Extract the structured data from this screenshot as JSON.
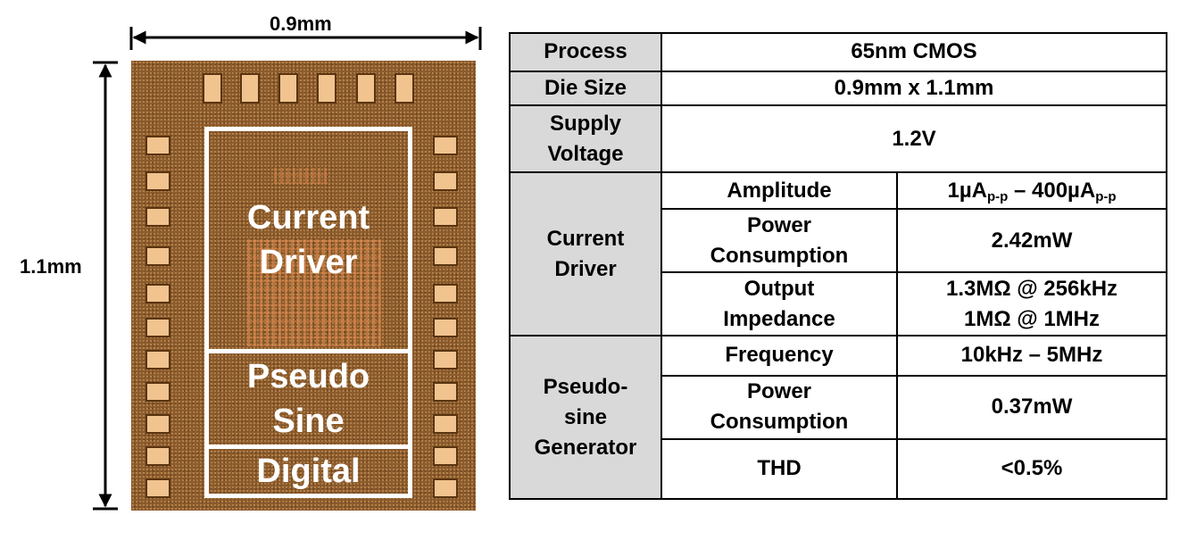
{
  "die": {
    "width_label": "0.9mm",
    "height_label": "1.1mm",
    "blocks": {
      "current_driver": [
        "Current",
        "Driver"
      ],
      "pseudo_sine": [
        "Pseudo",
        "Sine"
      ],
      "digital": "Digital"
    }
  },
  "table": {
    "process": {
      "label": "Process",
      "value": "65nm CMOS"
    },
    "die_size": {
      "label": "Die Size",
      "value": "0.9mm x 1.1mm"
    },
    "supply_voltage": {
      "label": [
        "Supply",
        "Voltage"
      ],
      "value": "1.2V"
    },
    "current_driver": {
      "label": [
        "Current",
        "Driver"
      ],
      "amplitude": {
        "label": "Amplitude",
        "value_start": "1µA",
        "value_start_sub": "p-p",
        "value_sep": " – 400µA",
        "value_end_sub": "p-p"
      },
      "power": {
        "label": [
          "Power",
          "Consumption"
        ],
        "value": "2.42mW"
      },
      "impedance": {
        "label": [
          "Output",
          "Impedance"
        ],
        "value": [
          "1.3MΩ @ 256kHz",
          "1MΩ @ 1MHz"
        ]
      }
    },
    "pseudo_sine_generator": {
      "label": [
        "Pseudo-",
        "sine",
        "Generator"
      ],
      "frequency": {
        "label": "Frequency",
        "value": "10kHz – 5MHz"
      },
      "power": {
        "label": [
          "Power",
          "Consumption"
        ],
        "value": "0.37mW"
      },
      "thd": {
        "label": "THD",
        "value": "<0.5%"
      }
    }
  },
  "colors": {
    "die": "#8b5a2b",
    "pad": "#f0c38f",
    "block_outline": "#ffffff",
    "header_fill": "#d9d9d9"
  }
}
